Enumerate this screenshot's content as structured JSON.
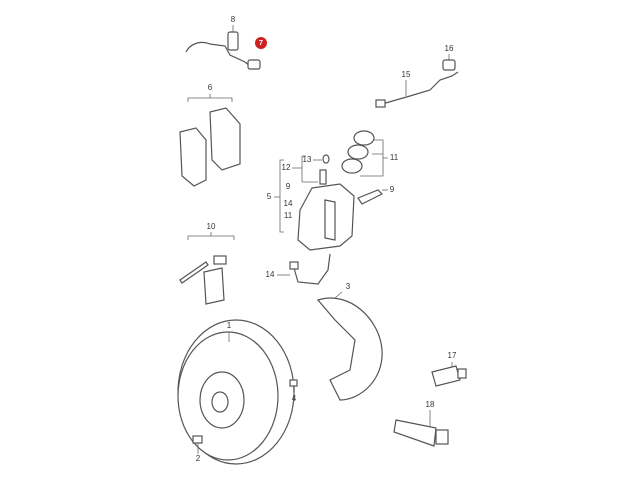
{
  "diagram": {
    "callouts": {
      "c8_top": "8",
      "c7": "7",
      "c16": "16",
      "c15": "15",
      "c6": "6",
      "c13": "13",
      "c12": "12",
      "c11_right": "11",
      "c9_group": "9",
      "c9_right": "9",
      "c5": "5",
      "c14_group": "14",
      "c11_group": "11",
      "c10": "10",
      "c14_pipe": "14",
      "c3": "3",
      "c1": "1",
      "c17": "17",
      "c4": "4",
      "c18": "18",
      "c2": "2"
    },
    "highlight_color": "#cc2222"
  }
}
